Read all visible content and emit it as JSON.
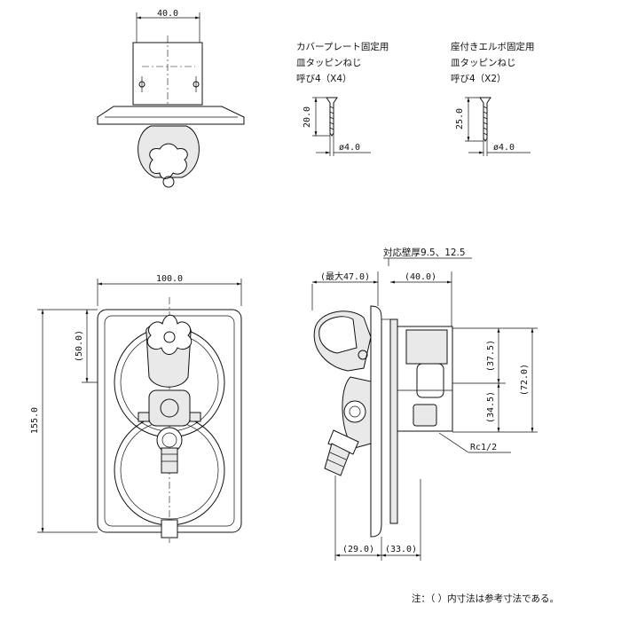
{
  "top_view": {
    "width_dim": "40.0"
  },
  "screw_plate": {
    "title_line1": "カバープレート固定用",
    "title_line2": "皿タッピンねじ",
    "title_line3": "呼び4（X4）",
    "length_dim": "20.0",
    "dia_dim": "ø4.0"
  },
  "screw_seat": {
    "title_line1": "座付きエルボ固定用",
    "title_line2": "皿タッピンねじ",
    "title_line3": "呼び4（X2）",
    "length_dim": "25.0",
    "dia_dim": "ø4.0"
  },
  "front_view": {
    "width_dim": "100.0",
    "height_dim": "155.0",
    "upper_dim": "(50.0)"
  },
  "side_view": {
    "wall_label": "対応壁厚9.5、12.5",
    "max_dim": "(最大47.0)",
    "depth_dim": "(40.0)",
    "dim_375": "(37.5)",
    "dim_345": "(34.5)",
    "dim_720": "(72.0)",
    "dim_290": "(29.0)",
    "dim_330": "(33.0)",
    "thread_label": "Rc1/2"
  },
  "note": "注：（ ）内寸法は参考寸法である。"
}
